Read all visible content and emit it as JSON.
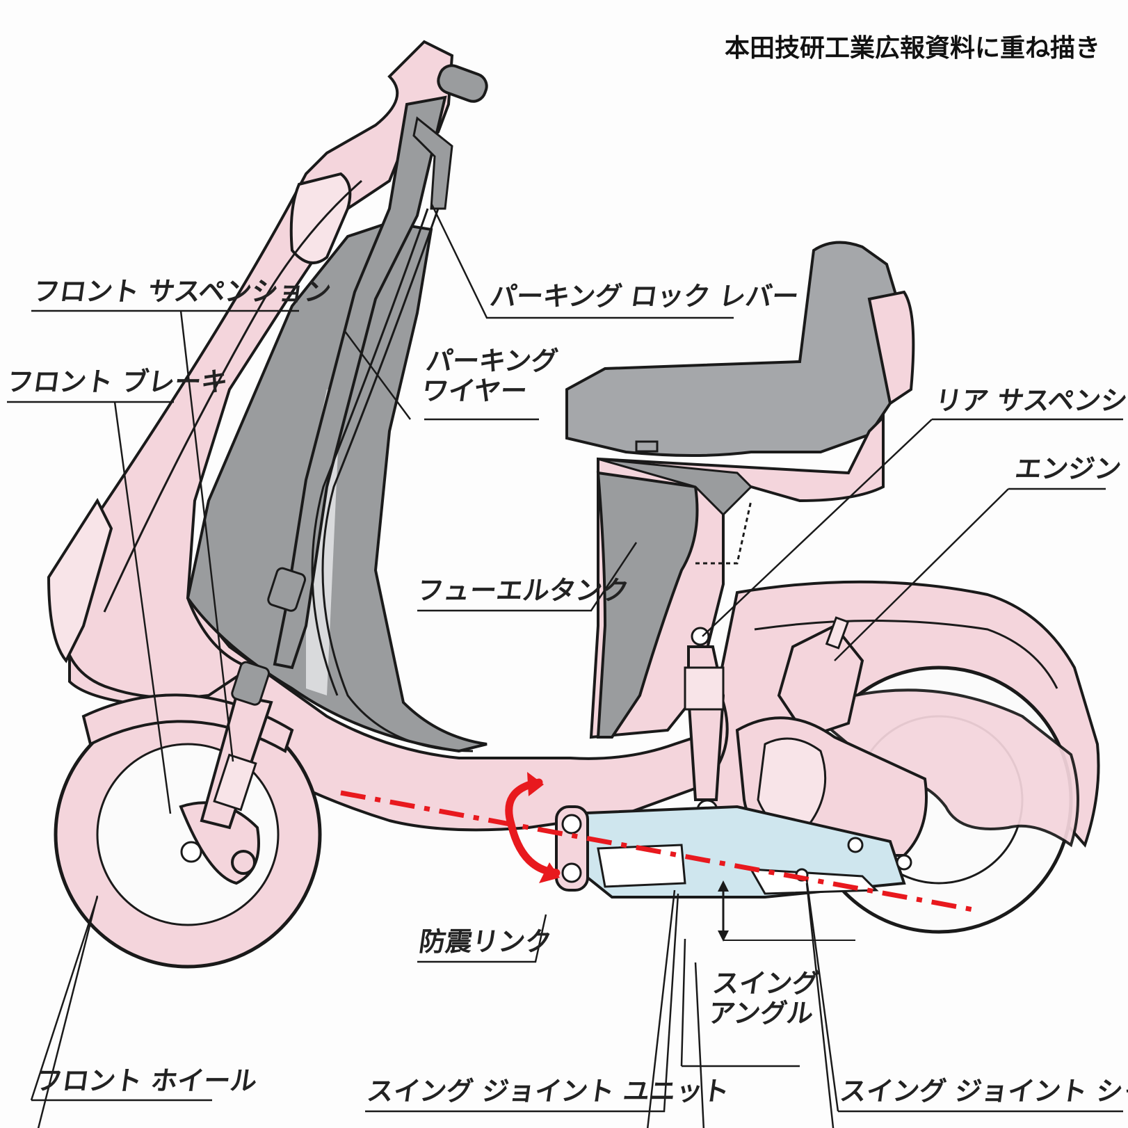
{
  "credit": "本田技研工業広報資料に重ね描き",
  "labels": {
    "front_suspension": "フロント サスペンション",
    "front_brake": "フロント ブレーキ",
    "parking_lock_lever": "パーキング ロック レバー",
    "parking_wire_line1": "パーキング",
    "parking_wire_line2": "ワイヤー",
    "rear_suspension": "リア サスペンション",
    "engine": "エンジン",
    "fuel_tank": "フューエルタンク",
    "anti_vibration_link": "防震リンク",
    "swing_angle_line1": "スイング",
    "swing_angle_line2": "アングル",
    "front_wheel": "フロント ホイール",
    "swing_joint_unit": "スイング ジョイント ユニット",
    "swing_joint_shaft": "スイング ジョイント シャフト"
  },
  "colors": {
    "body_pink": "#f4d5dc",
    "body_pink_light": "#f8e4e8",
    "frame_gray": "#9a9c9e",
    "seat_gray": "#a5a7aa",
    "swing_blue": "#cfe6ee",
    "outline": "#1a1a1a",
    "axis_red": "#e8191e"
  }
}
